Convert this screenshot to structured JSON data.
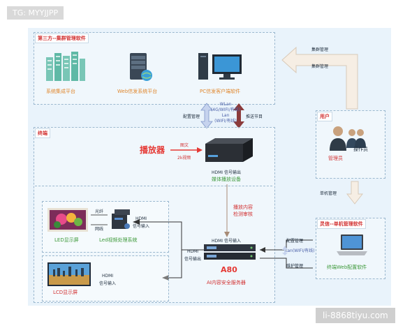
{
  "watermark_top": "TG: MYYJJPP",
  "watermark_bottom": "li-8868tiyu.com",
  "third_party": {
    "title": "第三方--集群管理软件",
    "items": [
      "系统集成平台",
      "Web信发系统平台",
      "PC信发客户端软件"
    ]
  },
  "terminal": {
    "title": "终端"
  },
  "user": {
    "title": "用户",
    "operator": "操作员",
    "admin": "管理员"
  },
  "config_zone": {
    "title": "灵信--单机管理软件",
    "software": "终端Web配置软件"
  },
  "labels": {
    "cluster_mgmt_1": "集群管理",
    "cluster_mgmt_2": "集群管理",
    "config_mgmt": "配置管理",
    "push_program": "推送节目",
    "wlan": "WLan",
    "wlan_sub": "(4G/WIFI/有线)",
    "lan": "Lan",
    "lan_sub": "(WIFI/有线)",
    "player": "播放器",
    "text_video_1": "图文",
    "text_video_2": "2k视频",
    "hdmi_out_top": "HDMI 信号输出",
    "media_device": "媒体播放设备",
    "content_review_1": "播放内容",
    "content_review_2": "检测审核",
    "single_mgmt": "单机管理",
    "fiber": "光纤",
    "network": "网线",
    "hdmi_in_1": "HDMI",
    "hdmi_in_1b": "信号输入",
    "led_screen": "LED显示屏",
    "led_video": "Led视频处理系统",
    "hdmi_in_a80": "HDMI 信号输入",
    "hdmi_out_a80_1": "HDMI",
    "hdmi_out_a80_2": "信号输出",
    "a80": "A80",
    "a80_sub": "AI内容安全服务器",
    "hdmi_in_lcd_1": "HDMI",
    "hdmi_in_lcd_2": "信号输入",
    "lcd_screen": "LCD显示屏",
    "config_mgmt2": "配置管理",
    "lan_wifi": "Lan(WIFI/有线)",
    "maint_mgmt": "维护管理"
  }
}
